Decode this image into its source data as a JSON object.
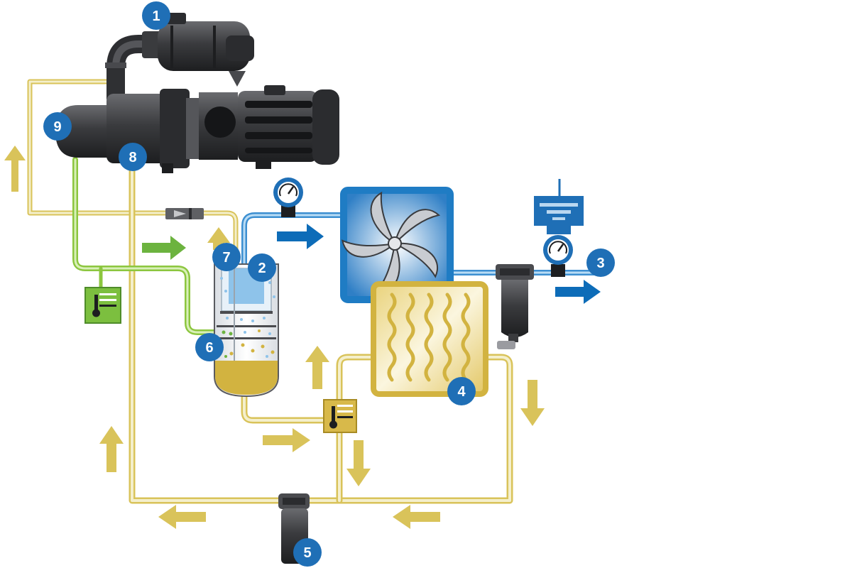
{
  "colors": {
    "oil": "#d9c35a",
    "oil_fill": "#d2b340",
    "oil_light": "#f2ecc2",
    "air": "#4a9fdc",
    "air_dark": "#0d6cb8",
    "green": "#8cc63f",
    "green_dark": "#5aa832",
    "badge": "#1f6fb6",
    "machine": "#3a3b3e",
    "machine_dark": "#1d1e20"
  },
  "icons": {
    "air_filter": "air-filter-icon",
    "compressor": "compressor-icon",
    "motor": "motor-icon",
    "separator": "separator-tank-icon",
    "fan_cooler": "fan-cooler-icon",
    "oil_cooler": "oil-cooler-icon",
    "oil_filter": "oil-filter-icon",
    "line_filter": "line-filter-icon",
    "gauge": "pressure-gauge-icon",
    "thermostat": "thermostat-icon",
    "check_valve": "check-valve-icon",
    "controller": "controller-icon"
  },
  "badges": [
    {
      "id": "1",
      "label": "1"
    },
    {
      "id": "2",
      "label": "2"
    },
    {
      "id": "3",
      "label": "3"
    },
    {
      "id": "4",
      "label": "4"
    },
    {
      "id": "5",
      "label": "5"
    },
    {
      "id": "6",
      "label": "6"
    },
    {
      "id": "7",
      "label": "7"
    },
    {
      "id": "8",
      "label": "8"
    },
    {
      "id": "9",
      "label": "9"
    }
  ]
}
